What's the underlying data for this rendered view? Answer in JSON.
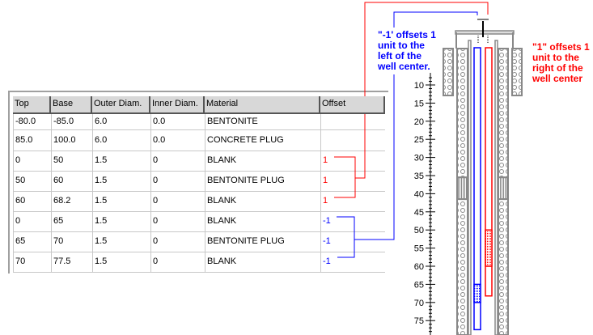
{
  "table": {
    "columns": [
      "Top",
      "Base",
      "Outer Diam.",
      "Inner Diam.",
      "Material",
      "Offset"
    ],
    "rows": [
      {
        "top": "-80.0",
        "base": "-85.0",
        "outer": "6.0",
        "inner": "0.0",
        "material": "BENTONITE",
        "offset": "",
        "offset_color": "#000"
      },
      {
        "top": "85.0",
        "base": "100.0",
        "outer": "6.0",
        "inner": "0.0",
        "material": "CONCRETE PLUG",
        "offset": "",
        "offset_color": "#000"
      },
      {
        "top": "0",
        "base": "50",
        "outer": "1.5",
        "inner": "0",
        "material": "BLANK",
        "offset": "1",
        "offset_color": "#ff0000"
      },
      {
        "top": "50",
        "base": "60",
        "outer": "1.5",
        "inner": "0",
        "material": "BENTONITE PLUG",
        "offset": "1",
        "offset_color": "#ff0000"
      },
      {
        "top": "60",
        "base": "68.2",
        "outer": "1.5",
        "inner": "0",
        "material": "BLANK",
        "offset": "1",
        "offset_color": "#ff0000"
      },
      {
        "top": "0",
        "base": "65",
        "outer": "1.5",
        "inner": "0",
        "material": "BLANK",
        "offset": "-1",
        "offset_color": "#0000ff"
      },
      {
        "top": "65",
        "base": "70",
        "outer": "1.5",
        "inner": "0",
        "material": "BENTONITE PLUG",
        "offset": "-1",
        "offset_color": "#0000ff"
      },
      {
        "top": "70",
        "base": "77.5",
        "outer": "1.5",
        "inner": "0",
        "material": "BLANK",
        "offset": "-1",
        "offset_color": "#0000ff"
      }
    ]
  },
  "notes": {
    "left": [
      "\"-1' offsets 1",
      "unit to the",
      "left of the",
      "well center."
    ],
    "right": [
      "\"1\" offsets 1",
      "unit to the",
      "right of the",
      "well center"
    ]
  },
  "depth_scale": {
    "ticks": [
      10,
      15,
      20,
      25,
      30,
      35,
      40,
      45,
      50,
      55,
      60,
      65,
      70,
      75
    ]
  },
  "wells": {
    "blue": {
      "color": "#0000ff",
      "offset": -1,
      "bottom": 77.5,
      "screen": [
        65,
        70
      ]
    },
    "red": {
      "color": "#ff0000",
      "offset": 1,
      "bottom": 68.2,
      "screen": [
        50,
        60
      ]
    }
  }
}
